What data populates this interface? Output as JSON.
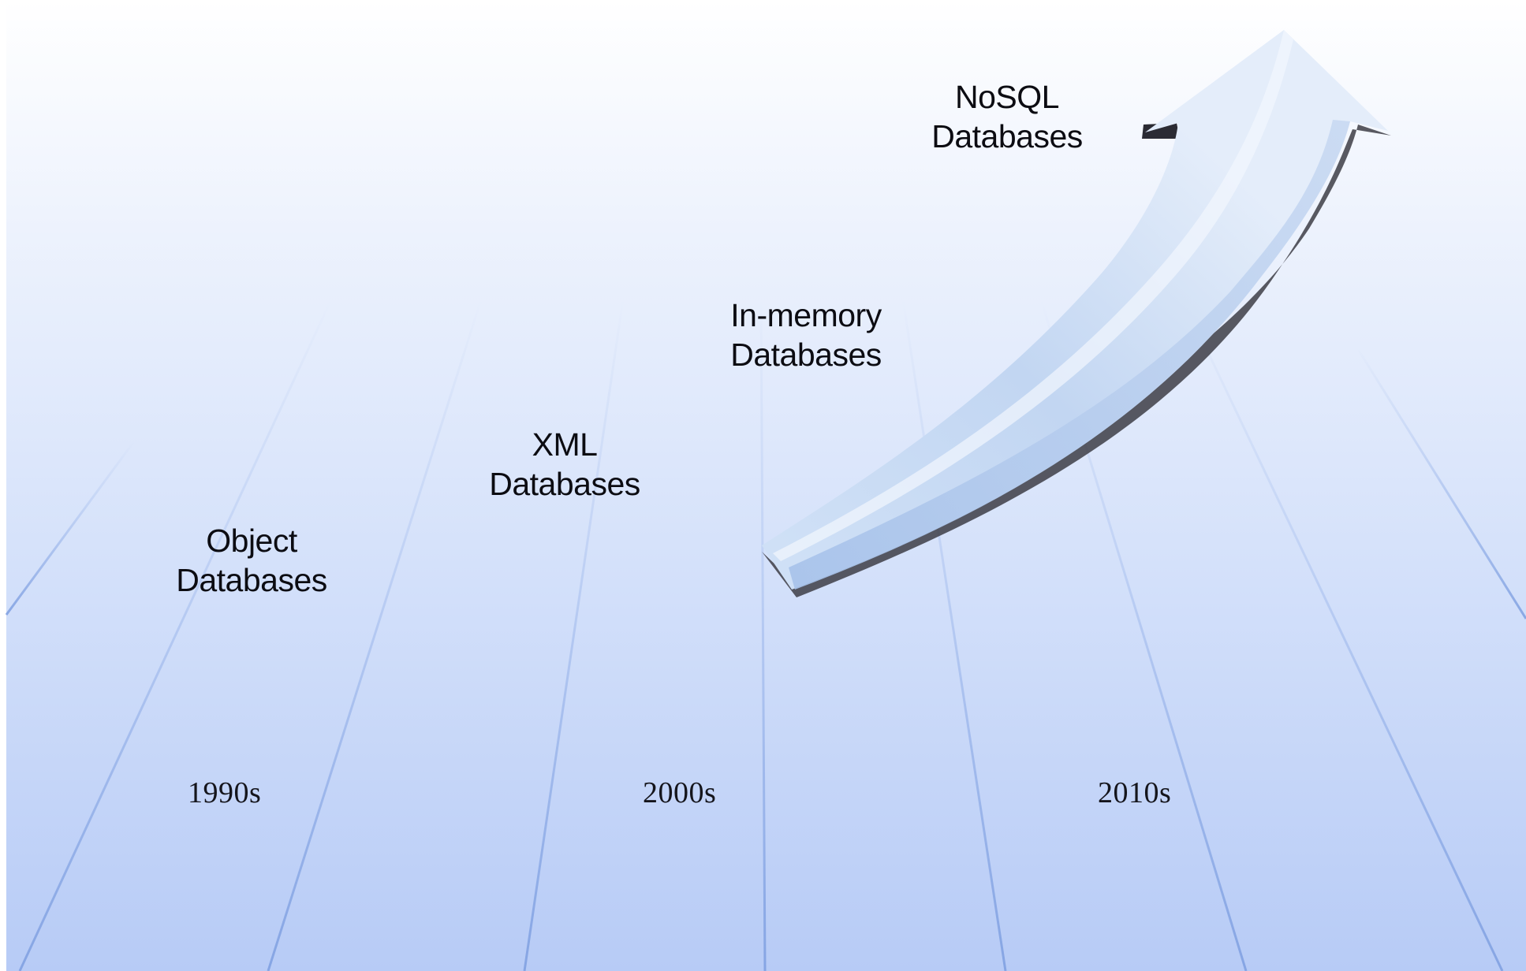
{
  "labels": [
    {
      "line1": "Object",
      "line2": "Databases"
    },
    {
      "line1": "XML",
      "line2": "Databases"
    },
    {
      "line1": "In-memory",
      "line2": "Databases"
    },
    {
      "line1": "NoSQL",
      "line2": "Databases"
    }
  ],
  "eras": [
    "1990s",
    "2000s",
    "2010s"
  ],
  "colors": {
    "background_top": "#ffffff",
    "background_bottom": "#b7cbf6",
    "grid_line": "#8aa9e6",
    "arrow_light": "#e6effb",
    "arrow_mid": "#bcd2f0",
    "arrow_dark": "#9ebbe4",
    "arrow_shadow": "#3d3d45"
  }
}
